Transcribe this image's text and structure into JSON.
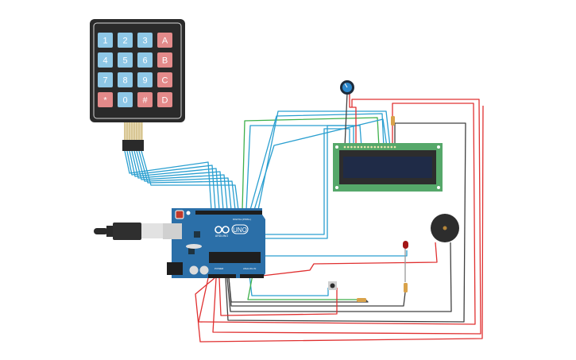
{
  "canvas": {
    "title": "Arduino circuit: keypad, LCD, buzzer, LED, pushbutton"
  },
  "keypad": {
    "keys": [
      {
        "label": "1",
        "type": "digit"
      },
      {
        "label": "2",
        "type": "digit"
      },
      {
        "label": "3",
        "type": "digit"
      },
      {
        "label": "A",
        "type": "letter"
      },
      {
        "label": "4",
        "type": "digit"
      },
      {
        "label": "5",
        "type": "digit"
      },
      {
        "label": "6",
        "type": "digit"
      },
      {
        "label": "B",
        "type": "letter"
      },
      {
        "label": "7",
        "type": "digit"
      },
      {
        "label": "8",
        "type": "digit"
      },
      {
        "label": "9",
        "type": "digit"
      },
      {
        "label": "C",
        "type": "letter"
      },
      {
        "label": "*",
        "type": "letter"
      },
      {
        "label": "0",
        "type": "digit"
      },
      {
        "label": "#",
        "type": "letter"
      },
      {
        "label": "D",
        "type": "letter"
      }
    ]
  },
  "arduino": {
    "brand": "ARDUINO",
    "model": "UNO",
    "power_label": "POWER",
    "analog_label": "ANALOG IN",
    "digital_label": "DIGITAL (PWM~)"
  },
  "components": {
    "lcd": "LCD 16x2",
    "potentiometer": "Potentiometer",
    "buzzer": "Piezo buzzer",
    "led": "Red LED",
    "pushbutton": "Pushbutton",
    "resistors": 3
  },
  "colors": {
    "wire_blue": "#2a9fd0",
    "wire_green": "#3db04b",
    "wire_red": "#e03030",
    "wire_black": "#404040",
    "board_blue": "#2b6fa8",
    "lcd_green": "#56a86a",
    "lcd_screen": "#1f2b47",
    "key_blue": "#8ec7e6",
    "key_red": "#e38a8a",
    "keypad_body": "#2a2a2a"
  }
}
